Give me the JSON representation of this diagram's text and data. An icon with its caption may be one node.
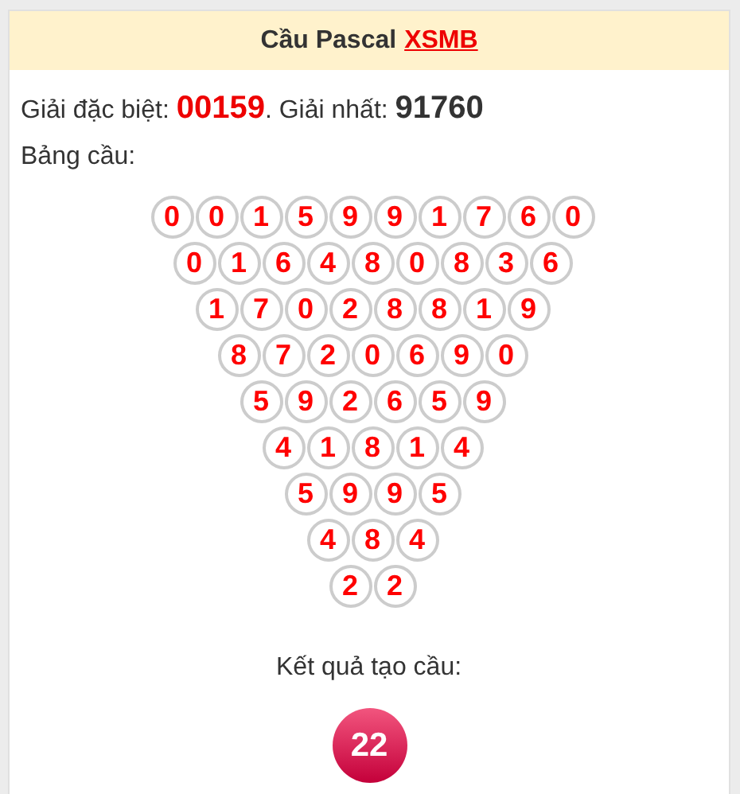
{
  "diagram": {
    "nodes": [
      {
        "text": [
          "Cầu Pascal",
          "XSMB"
        ]
      },
      {
        "text": [
          "0"
        ]
      },
      {
        "text": [
          "0"
        ]
      },
      {
        "text": [
          "1"
        ]
      },
      {
        "text": [
          "5"
        ]
      },
      {
        "text": [
          "9"
        ]
      },
      {
        "text": [
          "9"
        ]
      },
      {
        "text": [
          "1"
        ]
      },
      {
        "text": [
          "7"
        ]
      },
      {
        "text": [
          "6"
        ]
      },
      {
        "text": [
          "0"
        ]
      },
      {
        "text": [
          "0"
        ]
      },
      {
        "text": [
          "1"
        ]
      },
      {
        "text": [
          "6"
        ]
      },
      {
        "text": [
          "4"
        ]
      },
      {
        "text": [
          "8"
        ]
      },
      {
        "text": [
          "0"
        ]
      },
      {
        "text": [
          "8"
        ]
      },
      {
        "text": [
          "3"
        ]
      },
      {
        "text": [
          "6"
        ]
      },
      {
        "text": [
          "1"
        ]
      },
      {
        "text": [
          "7"
        ]
      },
      {
        "text": [
          "0"
        ]
      },
      {
        "text": [
          "2"
        ]
      },
      {
        "text": [
          "8"
        ]
      },
      {
        "text": [
          "8"
        ]
      },
      {
        "text": [
          "1"
        ]
      },
      {
        "text": [
          "9"
        ]
      },
      {
        "text": [
          "8"
        ]
      },
      {
        "text": [
          "7"
        ]
      },
      {
        "text": [
          "2"
        ]
      },
      {
        "text": [
          "0"
        ]
      },
      {
        "text": [
          "6"
        ]
      },
      {
        "text": [
          "9"
        ]
      },
      {
        "text": [
          "0"
        ]
      },
      {
        "text": [
          "5"
        ]
      },
      {
        "text": [
          "9"
        ]
      },
      {
        "text": [
          "2"
        ]
      },
      {
        "text": [
          "6"
        ]
      },
      {
        "text": [
          "5"
        ]
      },
      {
        "text": [
          "9"
        ]
      },
      {
        "text": [
          "4"
        ]
      },
      {
        "text": [
          "1"
        ]
      },
      {
        "text": [
          "8"
        ]
      },
      {
        "text": [
          "1"
        ]
      },
      {
        "text": [
          "4"
        ]
      },
      {
        "text": [
          "5"
        ]
      },
      {
        "text": [
          "9"
        ]
      },
      {
        "text": [
          "9"
        ]
      },
      {
        "text": [
          "5"
        ]
      },
      {
        "text": [
          "4"
        ]
      },
      {
        "text": [
          "8"
        ]
      },
      {
        "text": [
          "4"
        ]
      },
      {
        "text": [
          "2"
        ]
      },
      {
        "text": [
          "2"
        ]
      },
      {
        "text": [
          "22"
        ]
      }
    ],
    "edges": [],
    "labels": [
      "Giải đặc biệt: **00159**. Giải nhất: **91760**",
      "Bảng cầu:",
      "Kết quả tạo cầu:"
    ]
  }
}
